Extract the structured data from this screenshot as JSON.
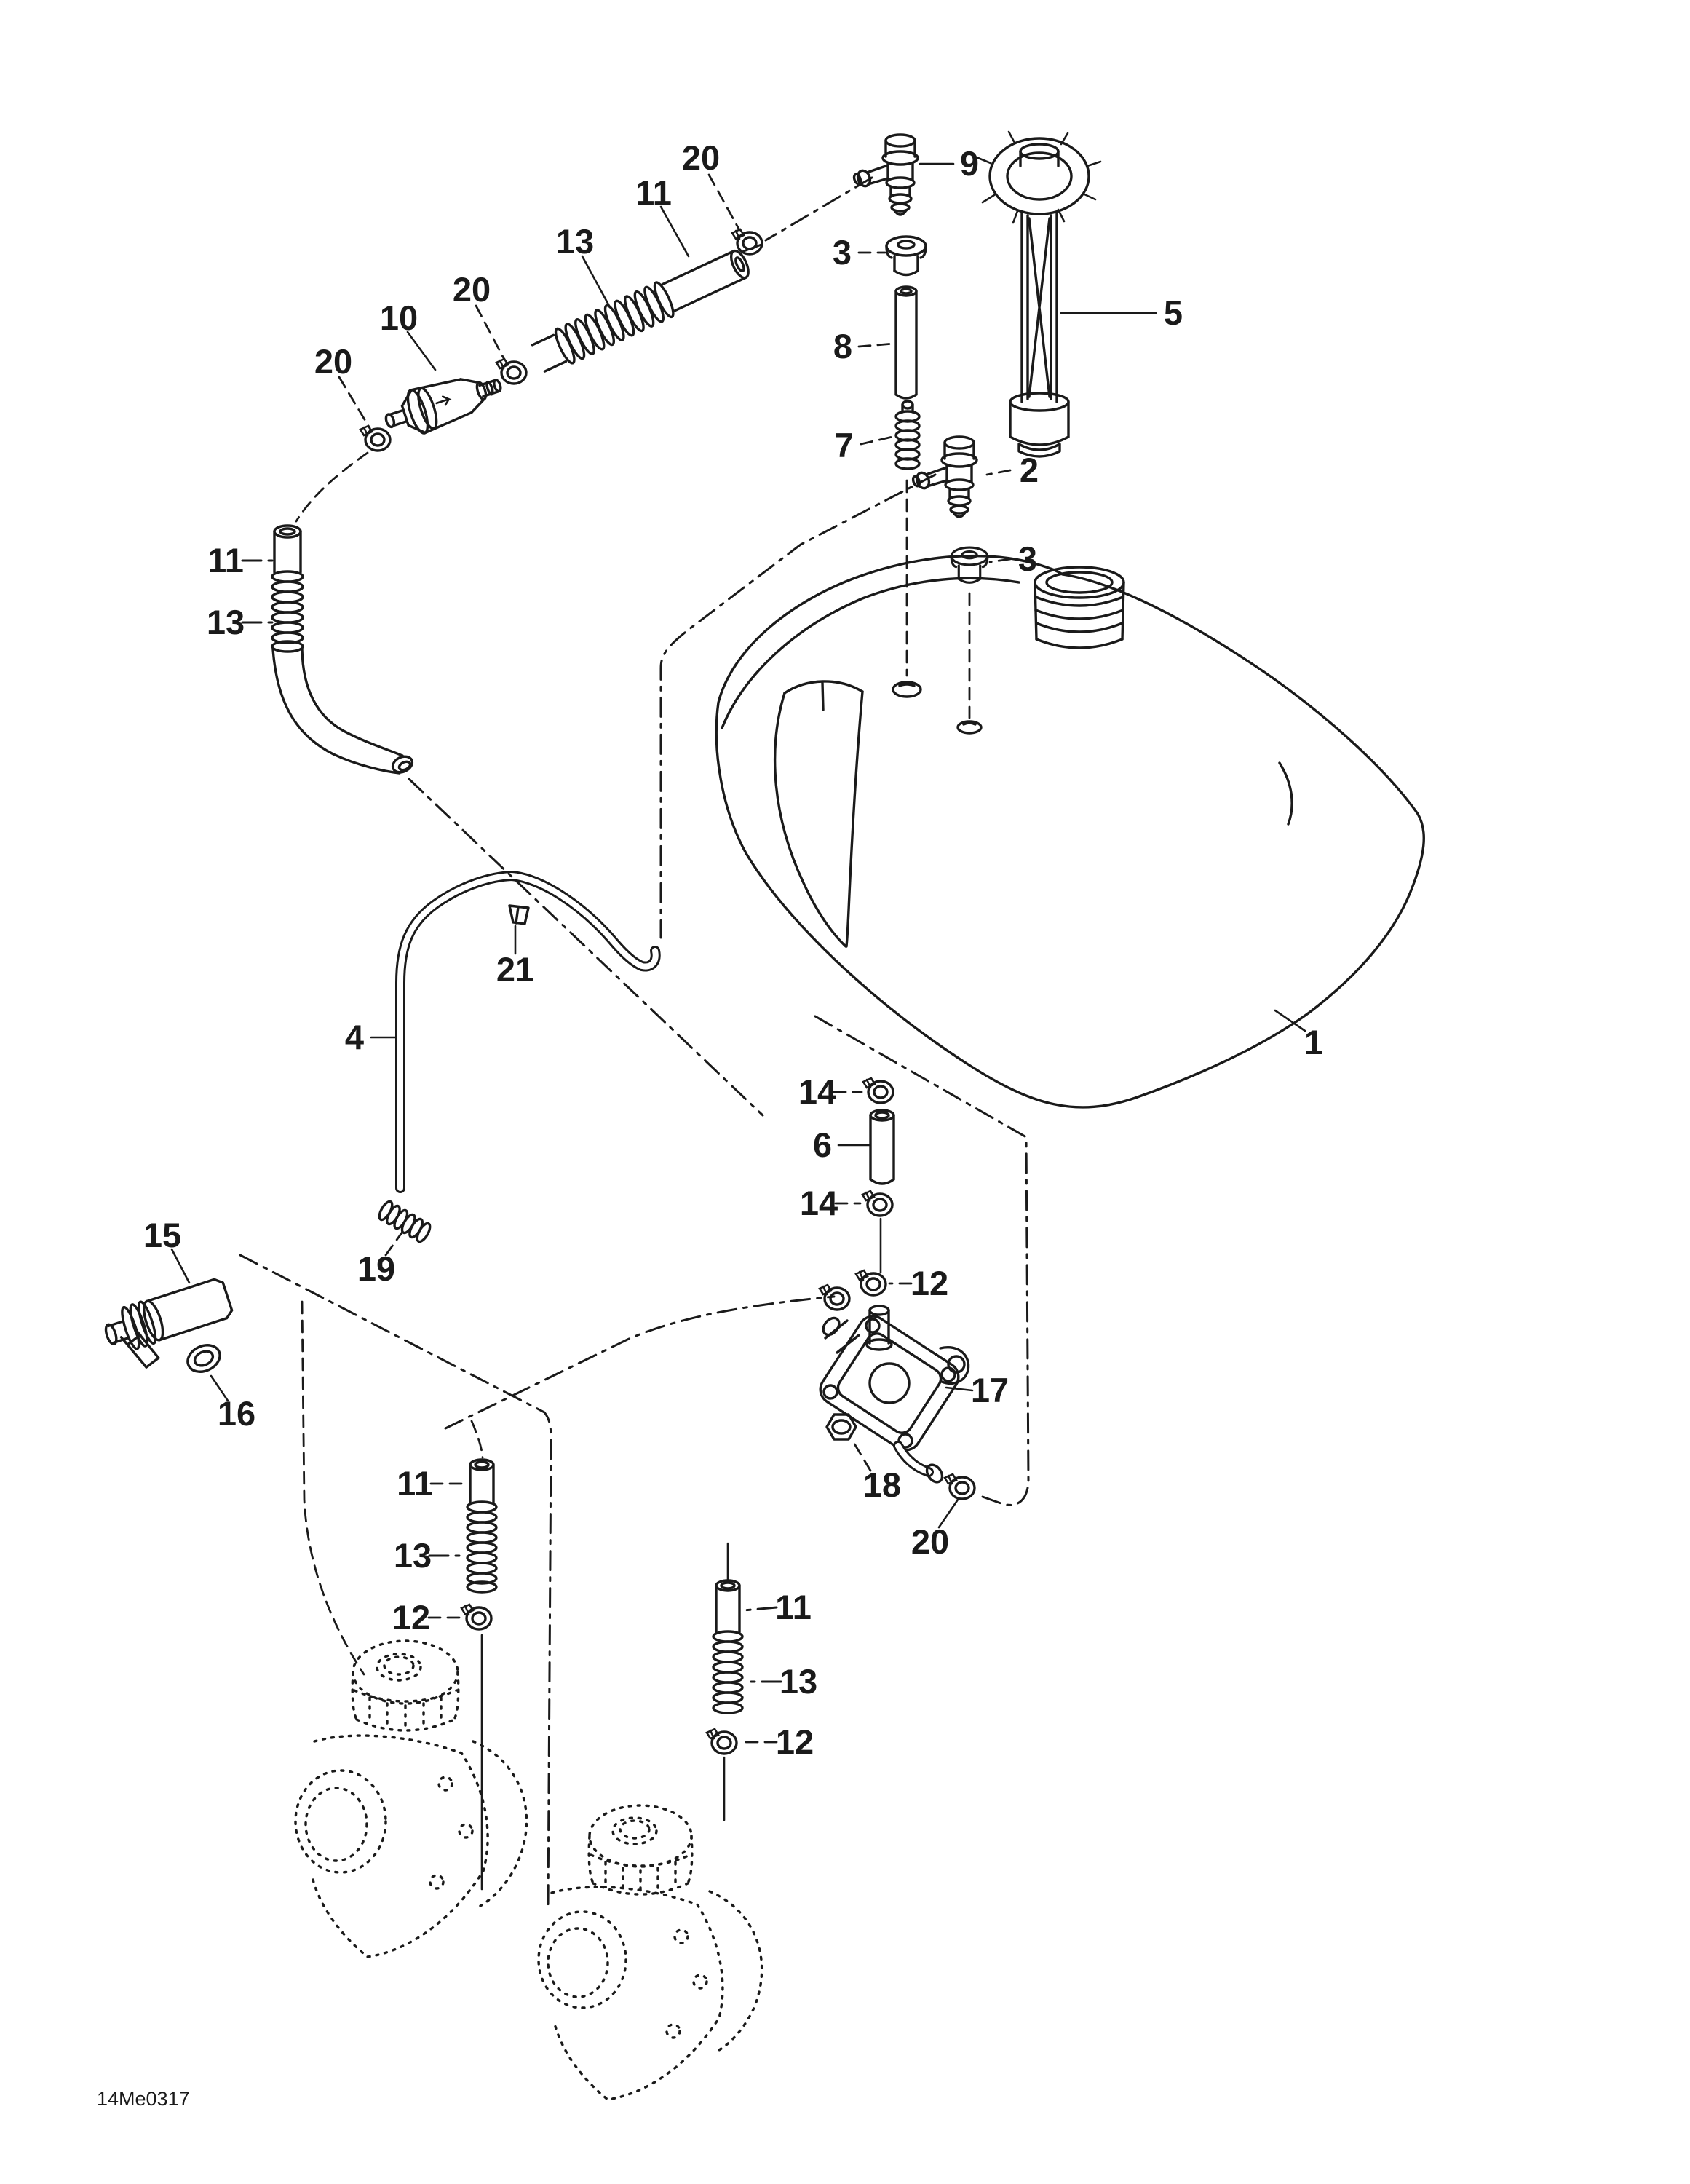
{
  "diagram": {
    "figure_code": "14Me0317",
    "colors": {
      "background": "#ffffff",
      "line": "#1a1a1a"
    },
    "callouts": [
      {
        "text": "1"
      },
      {
        "text": "2"
      },
      {
        "text": "3"
      },
      {
        "text": "3"
      },
      {
        "text": "4"
      },
      {
        "text": "5"
      },
      {
        "text": "6"
      },
      {
        "text": "7"
      },
      {
        "text": "8"
      },
      {
        "text": "9"
      },
      {
        "text": "10"
      },
      {
        "text": "11"
      },
      {
        "text": "11"
      },
      {
        "text": "11"
      },
      {
        "text": "11"
      },
      {
        "text": "12"
      },
      {
        "text": "12"
      },
      {
        "text": "12"
      },
      {
        "text": "13"
      },
      {
        "text": "13"
      },
      {
        "text": "13"
      },
      {
        "text": "13"
      },
      {
        "text": "14"
      },
      {
        "text": "14"
      },
      {
        "text": "15"
      },
      {
        "text": "16"
      },
      {
        "text": "17"
      },
      {
        "text": "18"
      },
      {
        "text": "19"
      },
      {
        "text": "20"
      },
      {
        "text": "20"
      },
      {
        "text": "20"
      },
      {
        "text": "20"
      },
      {
        "text": "21"
      }
    ]
  }
}
